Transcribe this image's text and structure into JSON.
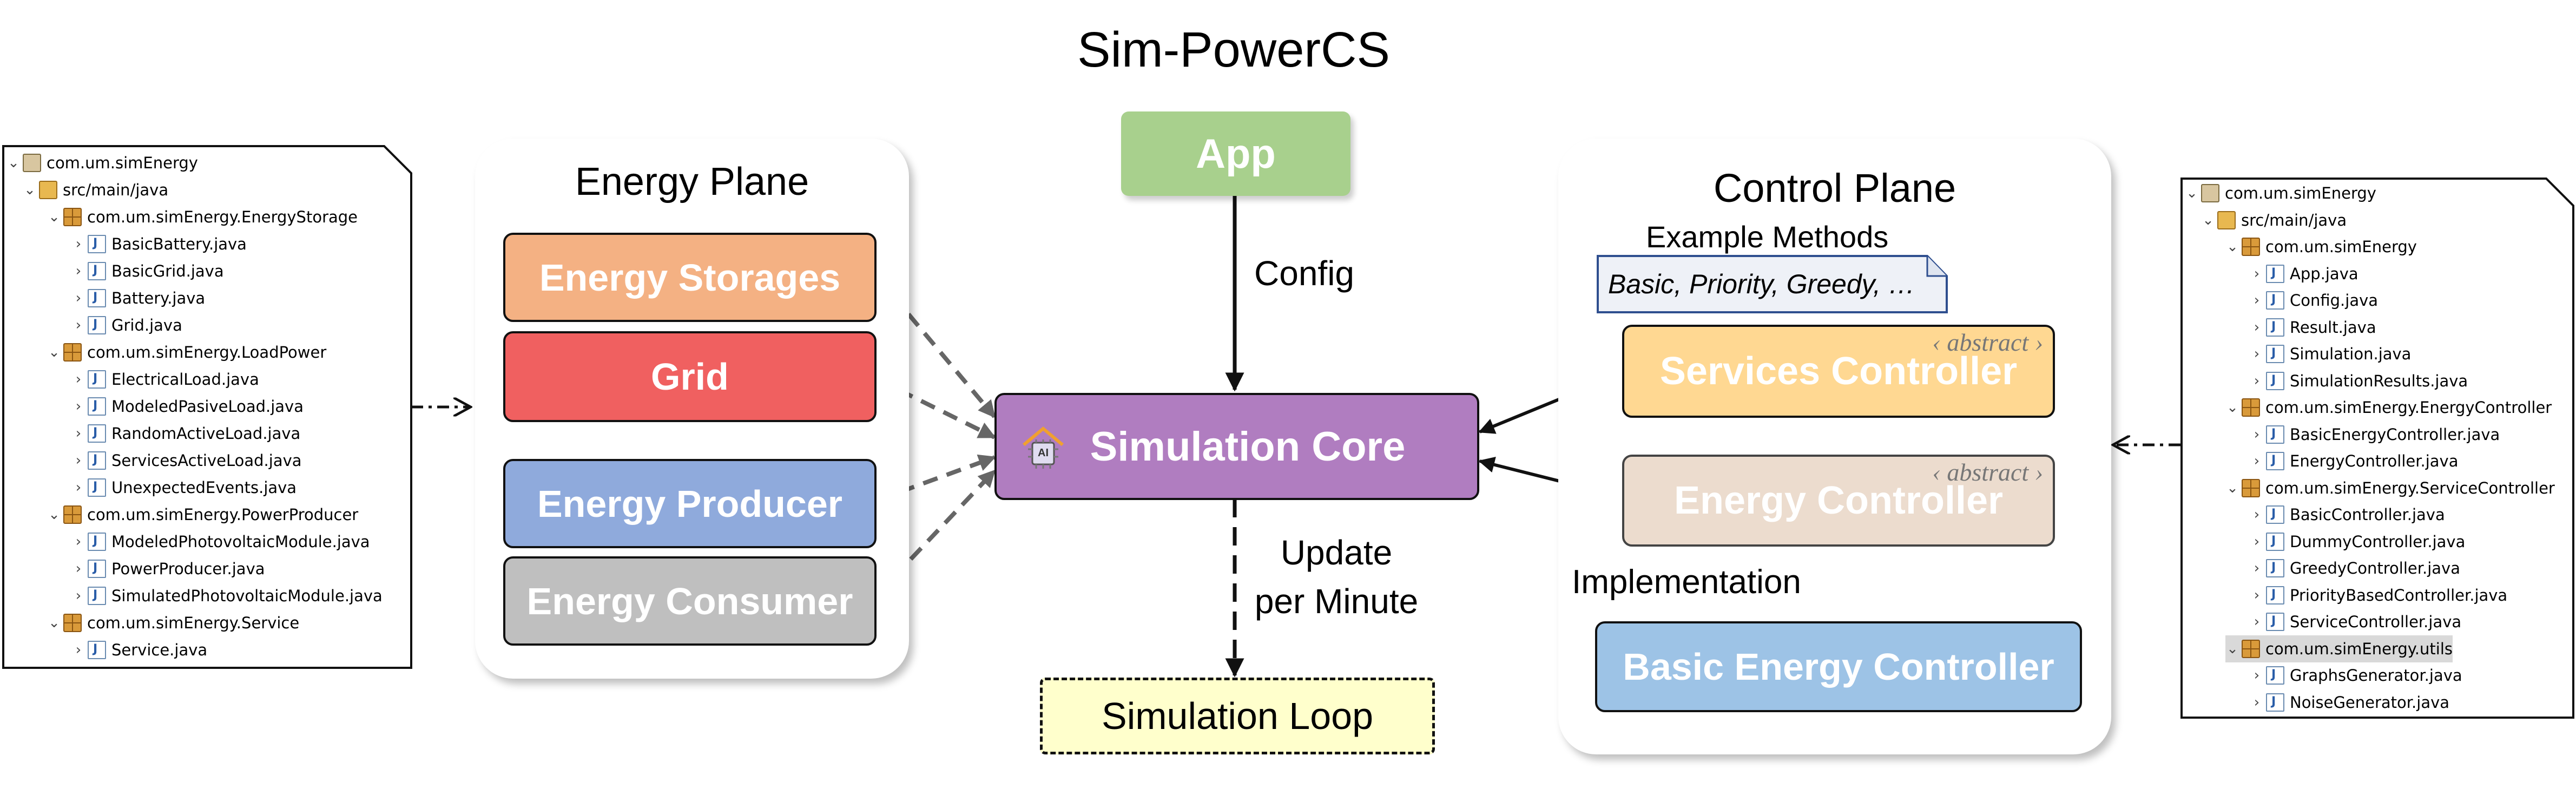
{
  "title": "Sim-PowerCS",
  "app": "App",
  "config": "Config",
  "update_line1": "Update",
  "update_line2": "per Minute",
  "simulation_core": "Simulation Core",
  "core_icon_text": "AI",
  "simulation_loop": "Simulation Loop",
  "energy_plane": {
    "title": "Energy Plane",
    "blocks": [
      "Energy Storages",
      "Grid",
      "Energy Producer",
      "Energy Consumer"
    ]
  },
  "control_plane": {
    "title": "Control Plane",
    "example_title": "Example Methods",
    "example_methods": "Basic, Priority, Greedy, …",
    "services_controller": "Services Controller",
    "energy_controller": "Energy Controller",
    "abstract_tag": "‹ abstract ›",
    "implementation": "Implementation",
    "basic_energy_controller": "Basic Energy Controller"
  },
  "colors": {
    "frame_bg": "#f8f2ea",
    "app": "#a8d08d",
    "energy_storages": "#f4b183",
    "grid": "#f06060",
    "energy_producer": "#8faadc",
    "energy_consumer": "#bfbfbf",
    "simulation_core": "#b07dc0",
    "services_controller": "#ffd892",
    "energy_controller": "#ecdcce",
    "basic_energy_controller": "#9dc3e6",
    "simulation_loop": "#ffffcc"
  },
  "left_tree": [
    {
      "text": "com.um.simEnergy",
      "icon": "project-icon"
    },
    {
      "text": "src/main/java",
      "icon": "source-folder-icon"
    },
    {
      "text": "com.um.simEnergy.EnergyStorage",
      "icon": "package-icon"
    },
    {
      "text": "BasicBattery.java",
      "icon": "java-file-icon"
    },
    {
      "text": "BasicGrid.java",
      "icon": "java-file-icon"
    },
    {
      "text": "Battery.java",
      "icon": "java-file-icon"
    },
    {
      "text": "Grid.java",
      "icon": "java-file-icon"
    },
    {
      "text": "com.um.simEnergy.LoadPower",
      "icon": "package-icon"
    },
    {
      "text": "ElectricalLoad.java",
      "icon": "java-file-icon"
    },
    {
      "text": "ModeledPasiveLoad.java",
      "icon": "java-file-icon"
    },
    {
      "text": "RandomActiveLoad.java",
      "icon": "java-file-icon"
    },
    {
      "text": "ServicesActiveLoad.java",
      "icon": "java-file-icon"
    },
    {
      "text": "UnexpectedEvents.java",
      "icon": "java-file-icon"
    },
    {
      "text": "com.um.simEnergy.PowerProducer",
      "icon": "package-icon"
    },
    {
      "text": "ModeledPhotovoltaicModule.java",
      "icon": "java-file-icon"
    },
    {
      "text": "PowerProducer.java",
      "icon": "java-file-icon"
    },
    {
      "text": "SimulatedPhotovoltaicModule.java",
      "icon": "java-file-icon"
    },
    {
      "text": "com.um.simEnergy.Service",
      "icon": "package-icon"
    },
    {
      "text": "Service.java",
      "icon": "java-file-icon"
    }
  ],
  "right_tree": [
    {
      "text": "com.um.simEnergy",
      "icon": "project-icon"
    },
    {
      "text": "src/main/java",
      "icon": "source-folder-icon"
    },
    {
      "text": "com.um.simEnergy",
      "icon": "package-icon"
    },
    {
      "text": "App.java",
      "icon": "java-file-icon"
    },
    {
      "text": "Config.java",
      "icon": "java-file-icon"
    },
    {
      "text": "Result.java",
      "icon": "java-file-icon"
    },
    {
      "text": "Simulation.java",
      "icon": "java-file-icon"
    },
    {
      "text": "SimulationResults.java",
      "icon": "java-file-icon"
    },
    {
      "text": "com.um.simEnergy.EnergyController",
      "icon": "package-icon"
    },
    {
      "text": "BasicEnergyController.java",
      "icon": "java-file-icon"
    },
    {
      "text": "EnergyController.java",
      "icon": "java-file-icon"
    },
    {
      "text": "com.um.simEnergy.ServiceController",
      "icon": "package-icon"
    },
    {
      "text": "BasicController.java",
      "icon": "java-file-icon"
    },
    {
      "text": "DummyController.java",
      "icon": "java-file-icon"
    },
    {
      "text": "GreedyController.java",
      "icon": "java-file-icon"
    },
    {
      "text": "PriorityBasedController.java",
      "icon": "java-file-icon"
    },
    {
      "text": "ServiceController.java",
      "icon": "java-file-icon"
    },
    {
      "text": "com.um.simEnergy.utils",
      "icon": "package-icon"
    },
    {
      "text": "GraphsGenerator.java",
      "icon": "java-file-icon"
    },
    {
      "text": "NoiseGenerator.java",
      "icon": "java-file-icon"
    }
  ]
}
